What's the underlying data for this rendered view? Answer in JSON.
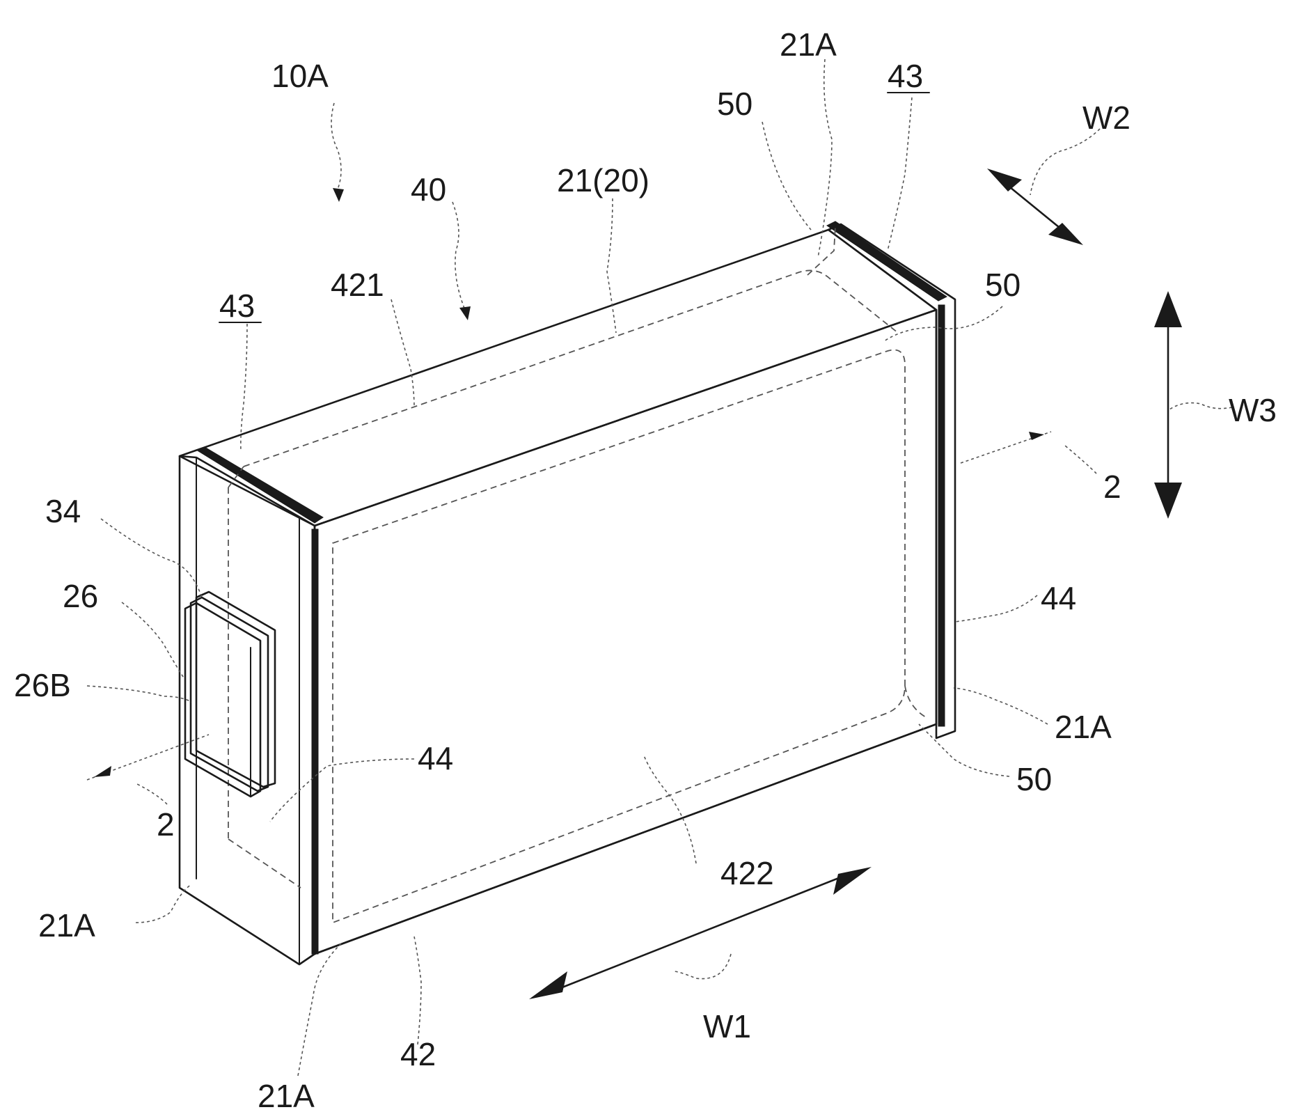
{
  "labels": {
    "l_10a": "10A",
    "l_21a_top": "21A",
    "l_43_right": "43",
    "l_50_top": "50",
    "l_w2": "W2",
    "l_40": "40",
    "l_21_20": "21(20)",
    "l_421": "421",
    "l_43_left": "43",
    "l_50_right": "50",
    "l_w3": "W3",
    "l_2_right": "2",
    "l_34": "34",
    "l_26": "26",
    "l_26b": "26B",
    "l_44_right": "44",
    "l_21a_right": "21A",
    "l_50_bottom": "50",
    "l_44_center": "44",
    "l_2_left": "2",
    "l_21a_left": "21A",
    "l_422": "422",
    "l_w1": "W1",
    "l_42": "42",
    "l_21a_bottom": "21A"
  },
  "underlined": [
    "l_43_right",
    "l_43_left"
  ]
}
